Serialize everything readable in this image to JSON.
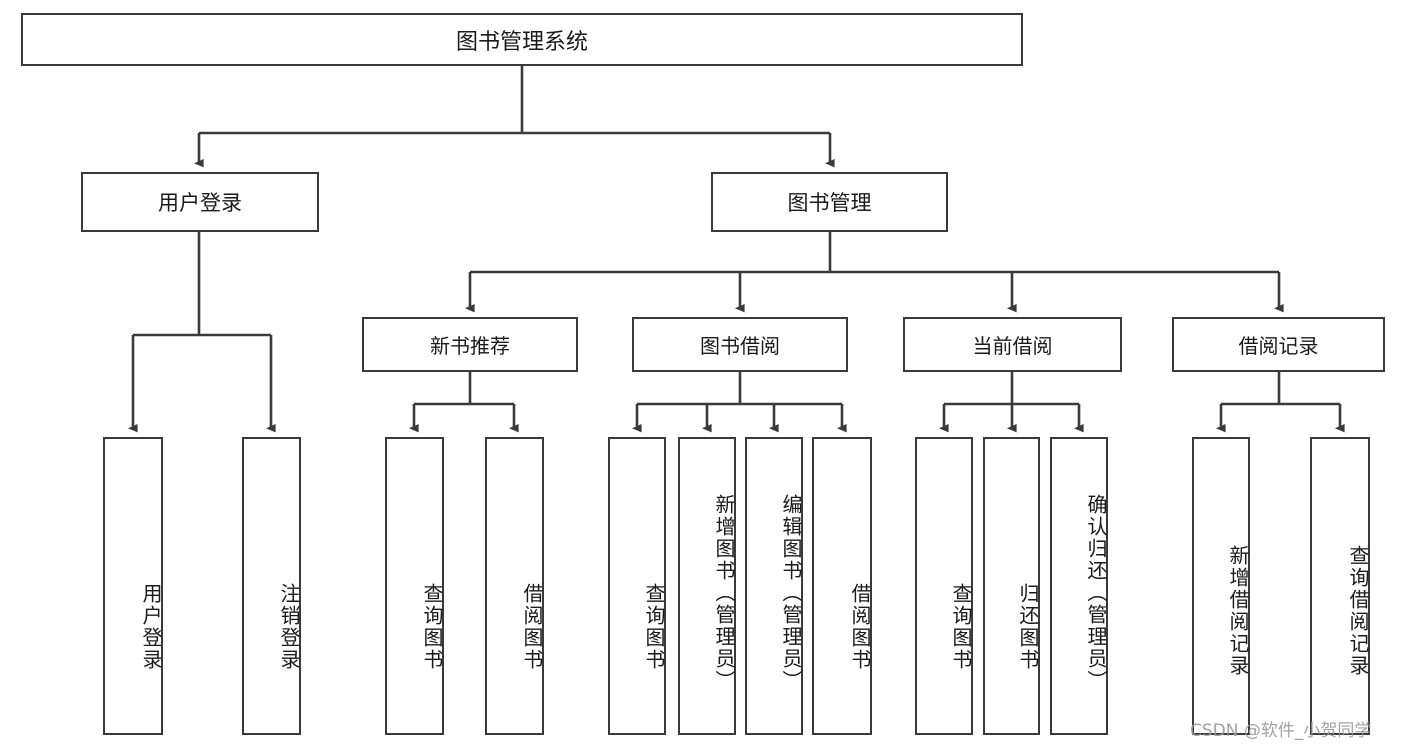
{
  "diagram": {
    "type": "tree-hierarchy-chart",
    "title": "图书管理系统",
    "orientation": "top-down",
    "style": {
      "box_border_color": "#3a3a3a",
      "box_fill_color": "#ffffff",
      "edge_color": "#3a3a3a",
      "text_color": "#1a1a1a",
      "background": "#ffffff"
    },
    "root": {
      "label": "图书管理系统"
    },
    "level2": [
      {
        "label": "用户登录"
      },
      {
        "label": "图书管理"
      }
    ],
    "level3": [
      {
        "label": "新书推荐"
      },
      {
        "label": "图书借阅"
      },
      {
        "label": "当前借阅"
      },
      {
        "label": "借阅记录"
      }
    ],
    "leaves": {
      "user_login": [
        {
          "label": "用户登录"
        },
        {
          "label": "注销登录"
        }
      ],
      "new_book_recommend": [
        {
          "label": "查询图书"
        },
        {
          "label": "借阅图书"
        }
      ],
      "book_borrow": [
        {
          "label": "查询图书"
        },
        {
          "label": "新增图书（管理员）"
        },
        {
          "label": "编辑图书（管理员）"
        },
        {
          "label": "借阅图书"
        }
      ],
      "current_borrow": [
        {
          "label": "查询图书"
        },
        {
          "label": "归还图书"
        },
        {
          "label": "确认归还（管理员）"
        }
      ],
      "borrow_record": [
        {
          "label": "新增借阅记录"
        },
        {
          "label": "查询借阅记录"
        }
      ]
    }
  },
  "watermark": {
    "text": "CSDN @软件_小贺同学"
  }
}
